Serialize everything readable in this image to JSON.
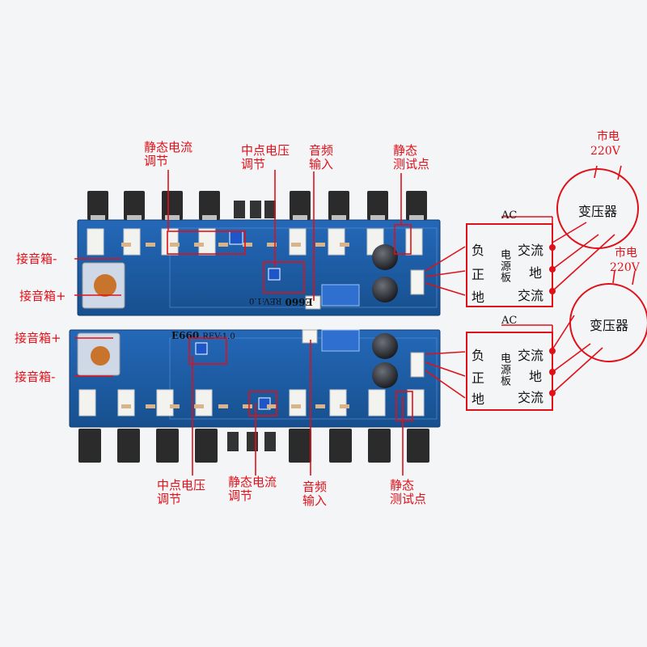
{
  "board_model": "E660",
  "board_rev": "REV:1.0",
  "labels": {
    "quiescent_adj_top_1": "静态电流",
    "quiescent_adj_top_2": "调节",
    "midpoint_adj_top_1": "中点电压",
    "midpoint_adj_top_2": "调节",
    "audio_in_top_1": "音频",
    "audio_in_top_2": "输入",
    "test_point_top_1": "静态",
    "test_point_top_2": "测试点",
    "speaker_neg_top": "接音箱-",
    "speaker_pos_top": "接音箱+",
    "speaker_pos_bottom": "接音箱+",
    "speaker_neg_bottom": "接音箱-",
    "midpoint_adj_bottom_1": "中点电压",
    "midpoint_adj_bottom_2": "调节",
    "quiescent_adj_bottom_1": "静态电流",
    "quiescent_adj_bottom_2": "调节",
    "audio_in_bottom_1": "音频",
    "audio_in_bottom_2": "输入",
    "test_point_bottom_1": "静态",
    "test_point_bottom_2": "测试点"
  },
  "power_supply_top": {
    "ac_label": "AC",
    "neg": "负",
    "pos": "正",
    "gnd": "地",
    "board": "电源板",
    "ac1": "交流",
    "earth": "地",
    "ac2": "交流"
  },
  "power_supply_bottom": {
    "ac_label": "AC",
    "neg": "负",
    "pos": "正",
    "gnd": "地",
    "board": "电源板",
    "ac1": "交流",
    "earth": "地",
    "ac2": "交流"
  },
  "mains_top": {
    "line1": "市电",
    "line2": "220V"
  },
  "mains_bottom": {
    "line1": "市电",
    "line2": "220V"
  },
  "transformer_top": "变压器",
  "transformer_bottom": "变压器",
  "colors": {
    "pcb": "#1d5fb0",
    "pcb_dark": "#154a8c",
    "annotation": "#e0101a",
    "heatsink_pad": "#f2f2ee",
    "transistor": "#2a2a2a"
  }
}
